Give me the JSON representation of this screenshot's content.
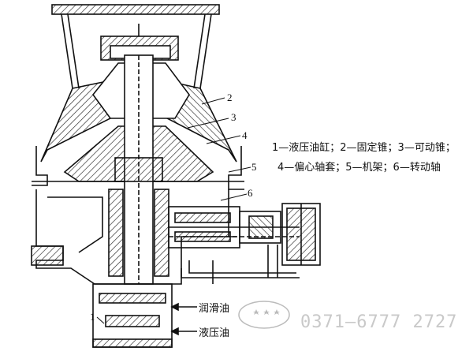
{
  "callouts": {
    "c1": "1",
    "c2": "2",
    "c3": "3",
    "c4": "4",
    "c5": "5",
    "c6": "6"
  },
  "legend": {
    "line1": "1—液压油缸；2—固定锥；3—可动锥；",
    "line2": "4—偏心轴套；5—机架；6—转动轴"
  },
  "flows": {
    "lube": "润滑油",
    "hydraulic": "液压油"
  },
  "watermark": {
    "phone": "0371—6777  2727",
    "logo_icon": "stars-oval-logo-icon"
  }
}
